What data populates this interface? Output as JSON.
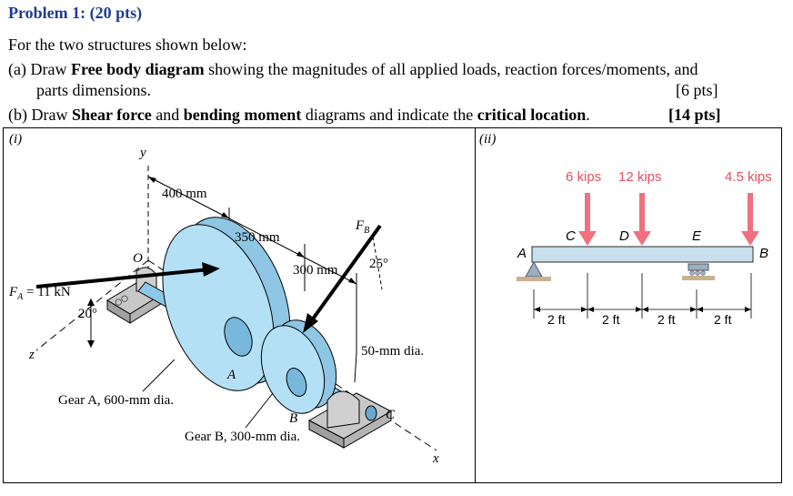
{
  "title": "Problem 1: (20 pts)",
  "intro": "For the two structures shown below:",
  "part_a": {
    "prefix": "(a) Draw ",
    "bold1": "Free body diagram",
    "rest": " showing the magnitudes of all applied loads, reaction forces/moments, and",
    "line2": "parts dimensions.",
    "points": "[6 pts]"
  },
  "part_b": {
    "prefix": "(b)  Draw ",
    "bold1": "Shear force",
    "mid": " and ",
    "bold2": "bending moment",
    "mid2": " diagrams and indicate the ",
    "bold3": "critical location",
    "end": ".",
    "points": "[14 pts]"
  },
  "panel1": {
    "label": "(i)",
    "y_axis": "y",
    "x_axis": "x",
    "z_axis": "z",
    "origin": "O",
    "dim_400": "400 mm",
    "dim_350": "350 mm",
    "dim_300": "300 mm",
    "fb": "F",
    "fb_sub": "B",
    "angle_25": "25°",
    "fa_label": "F",
    "fa_sub": "A",
    "fa_value": " = 11 kN",
    "angle_20": "20°",
    "gear_a_letter": "A",
    "gear_b_letter": "B",
    "bearing_c": "C",
    "shaft_dia": "50-mm dia.",
    "gear_a_caption": "Gear A, 600-mm dia.",
    "gear_b_caption": "Gear B, 300-mm dia."
  },
  "panel2": {
    "label": "(ii)",
    "load1": "6 kips",
    "load2": "12 kips",
    "load3": "4.5 kips",
    "point_a": "A",
    "point_b": "B",
    "point_c": "C",
    "point_d": "D",
    "point_e": "E",
    "span1": "2 ft",
    "span2": "2 ft",
    "span3": "2 ft",
    "span4": "2 ft"
  },
  "colors": {
    "title": "#1f3d8f",
    "load_arrow": "#f07080",
    "load_text": "#e0505e",
    "beam": "#c8e0ec",
    "gear": "#a8d8f0"
  }
}
